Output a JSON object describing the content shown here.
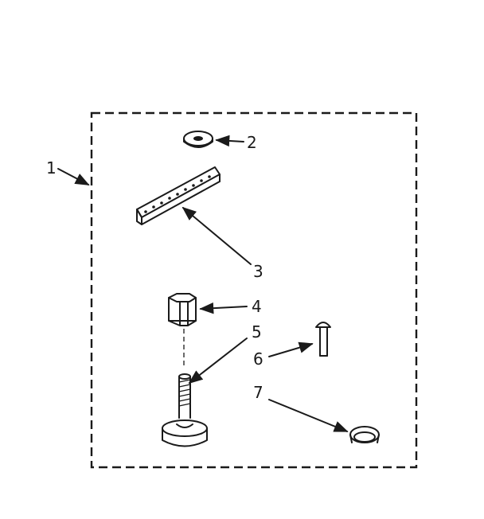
{
  "diagram": {
    "callouts": [
      {
        "id": "1",
        "label": "1"
      },
      {
        "id": "2",
        "label": "2"
      },
      {
        "id": "3",
        "label": "3"
      },
      {
        "id": "4",
        "label": "4"
      },
      {
        "id": "5",
        "label": "5"
      },
      {
        "id": "6",
        "label": "6"
      },
      {
        "id": "7",
        "label": "7"
      }
    ],
    "parts": [
      {
        "callout": "1",
        "icon": "kit-boundary-dashed-box"
      },
      {
        "callout": "2",
        "icon": "washer-icon"
      },
      {
        "callout": "3",
        "icon": "perforated-strap-icon"
      },
      {
        "callout": "4",
        "icon": "hex-nut-icon"
      },
      {
        "callout": "5",
        "icon": "leveling-foot-icon"
      },
      {
        "callout": "6",
        "icon": "screw-icon"
      },
      {
        "callout": "7",
        "icon": "clip-ring-icon"
      }
    ]
  }
}
